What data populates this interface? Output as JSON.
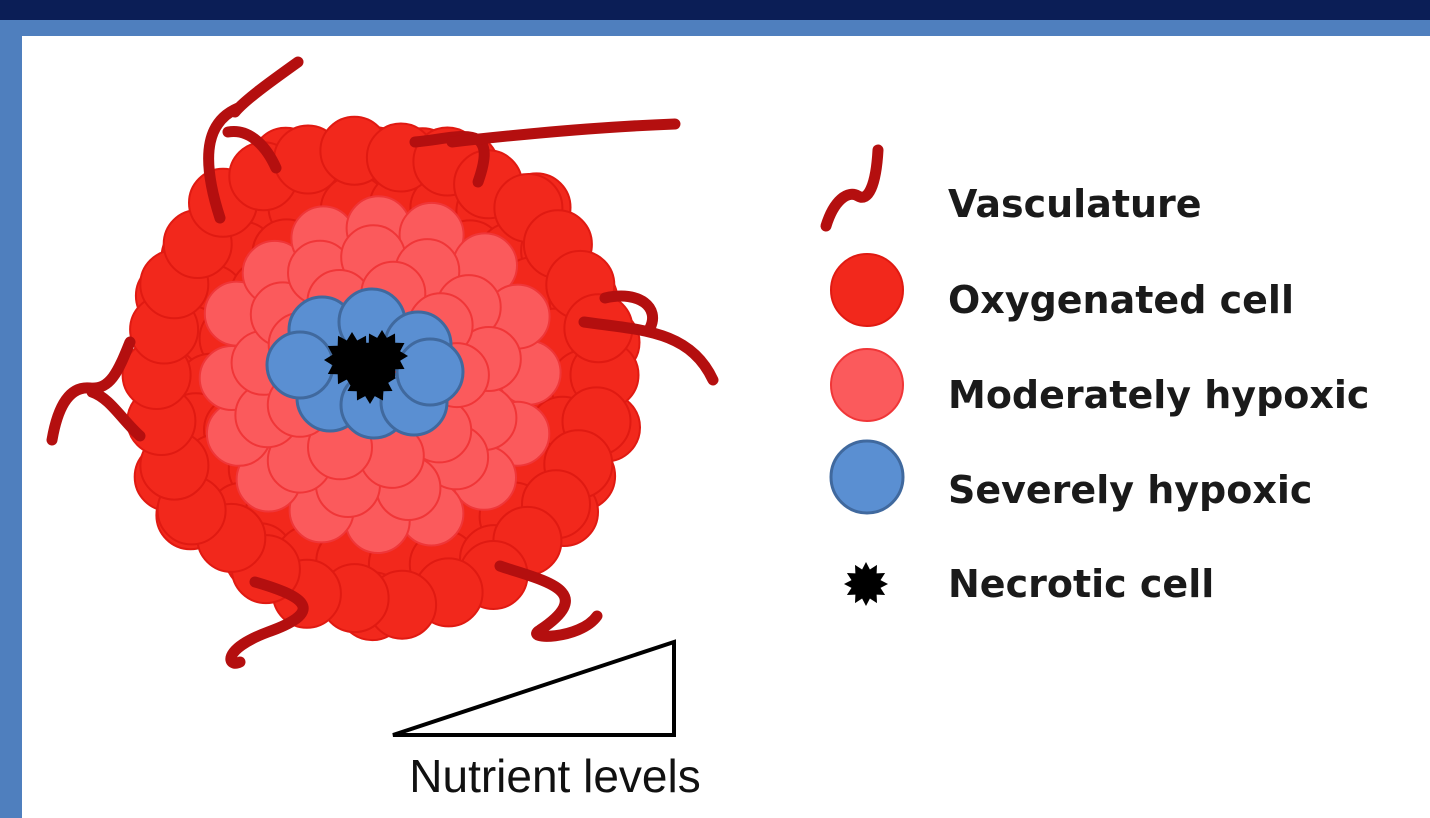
{
  "colors": {
    "vasculature": "#b40f0f",
    "oxygenated": "#f2281c",
    "oxygenated_stroke": "#e01a12",
    "moderate": "#fb5a5c",
    "moderate_stroke": "#f03638",
    "severe": "#5a8fd2",
    "severe_stroke": "#40699e",
    "necrotic": "#000000",
    "frame": "#4f7fbe",
    "header": "#0b1e56"
  },
  "legend": [
    {
      "key": "vasculature",
      "label": "Vasculature",
      "icon": "vessel-icon"
    },
    {
      "key": "oxygenated",
      "label": "Oxygenated cell",
      "icon": "oxygenated-cell-icon"
    },
    {
      "key": "moderate",
      "label": "Moderately hypoxic",
      "icon": "moderately-hypoxic-cell-icon"
    },
    {
      "key": "severe",
      "label": "Severely hypoxic",
      "icon": "severely-hypoxic-cell-icon"
    },
    {
      "key": "necrotic",
      "label": "Necrotic cell",
      "icon": "necrotic-cell-icon"
    }
  ],
  "gradient": {
    "label": "Nutrient levels"
  }
}
